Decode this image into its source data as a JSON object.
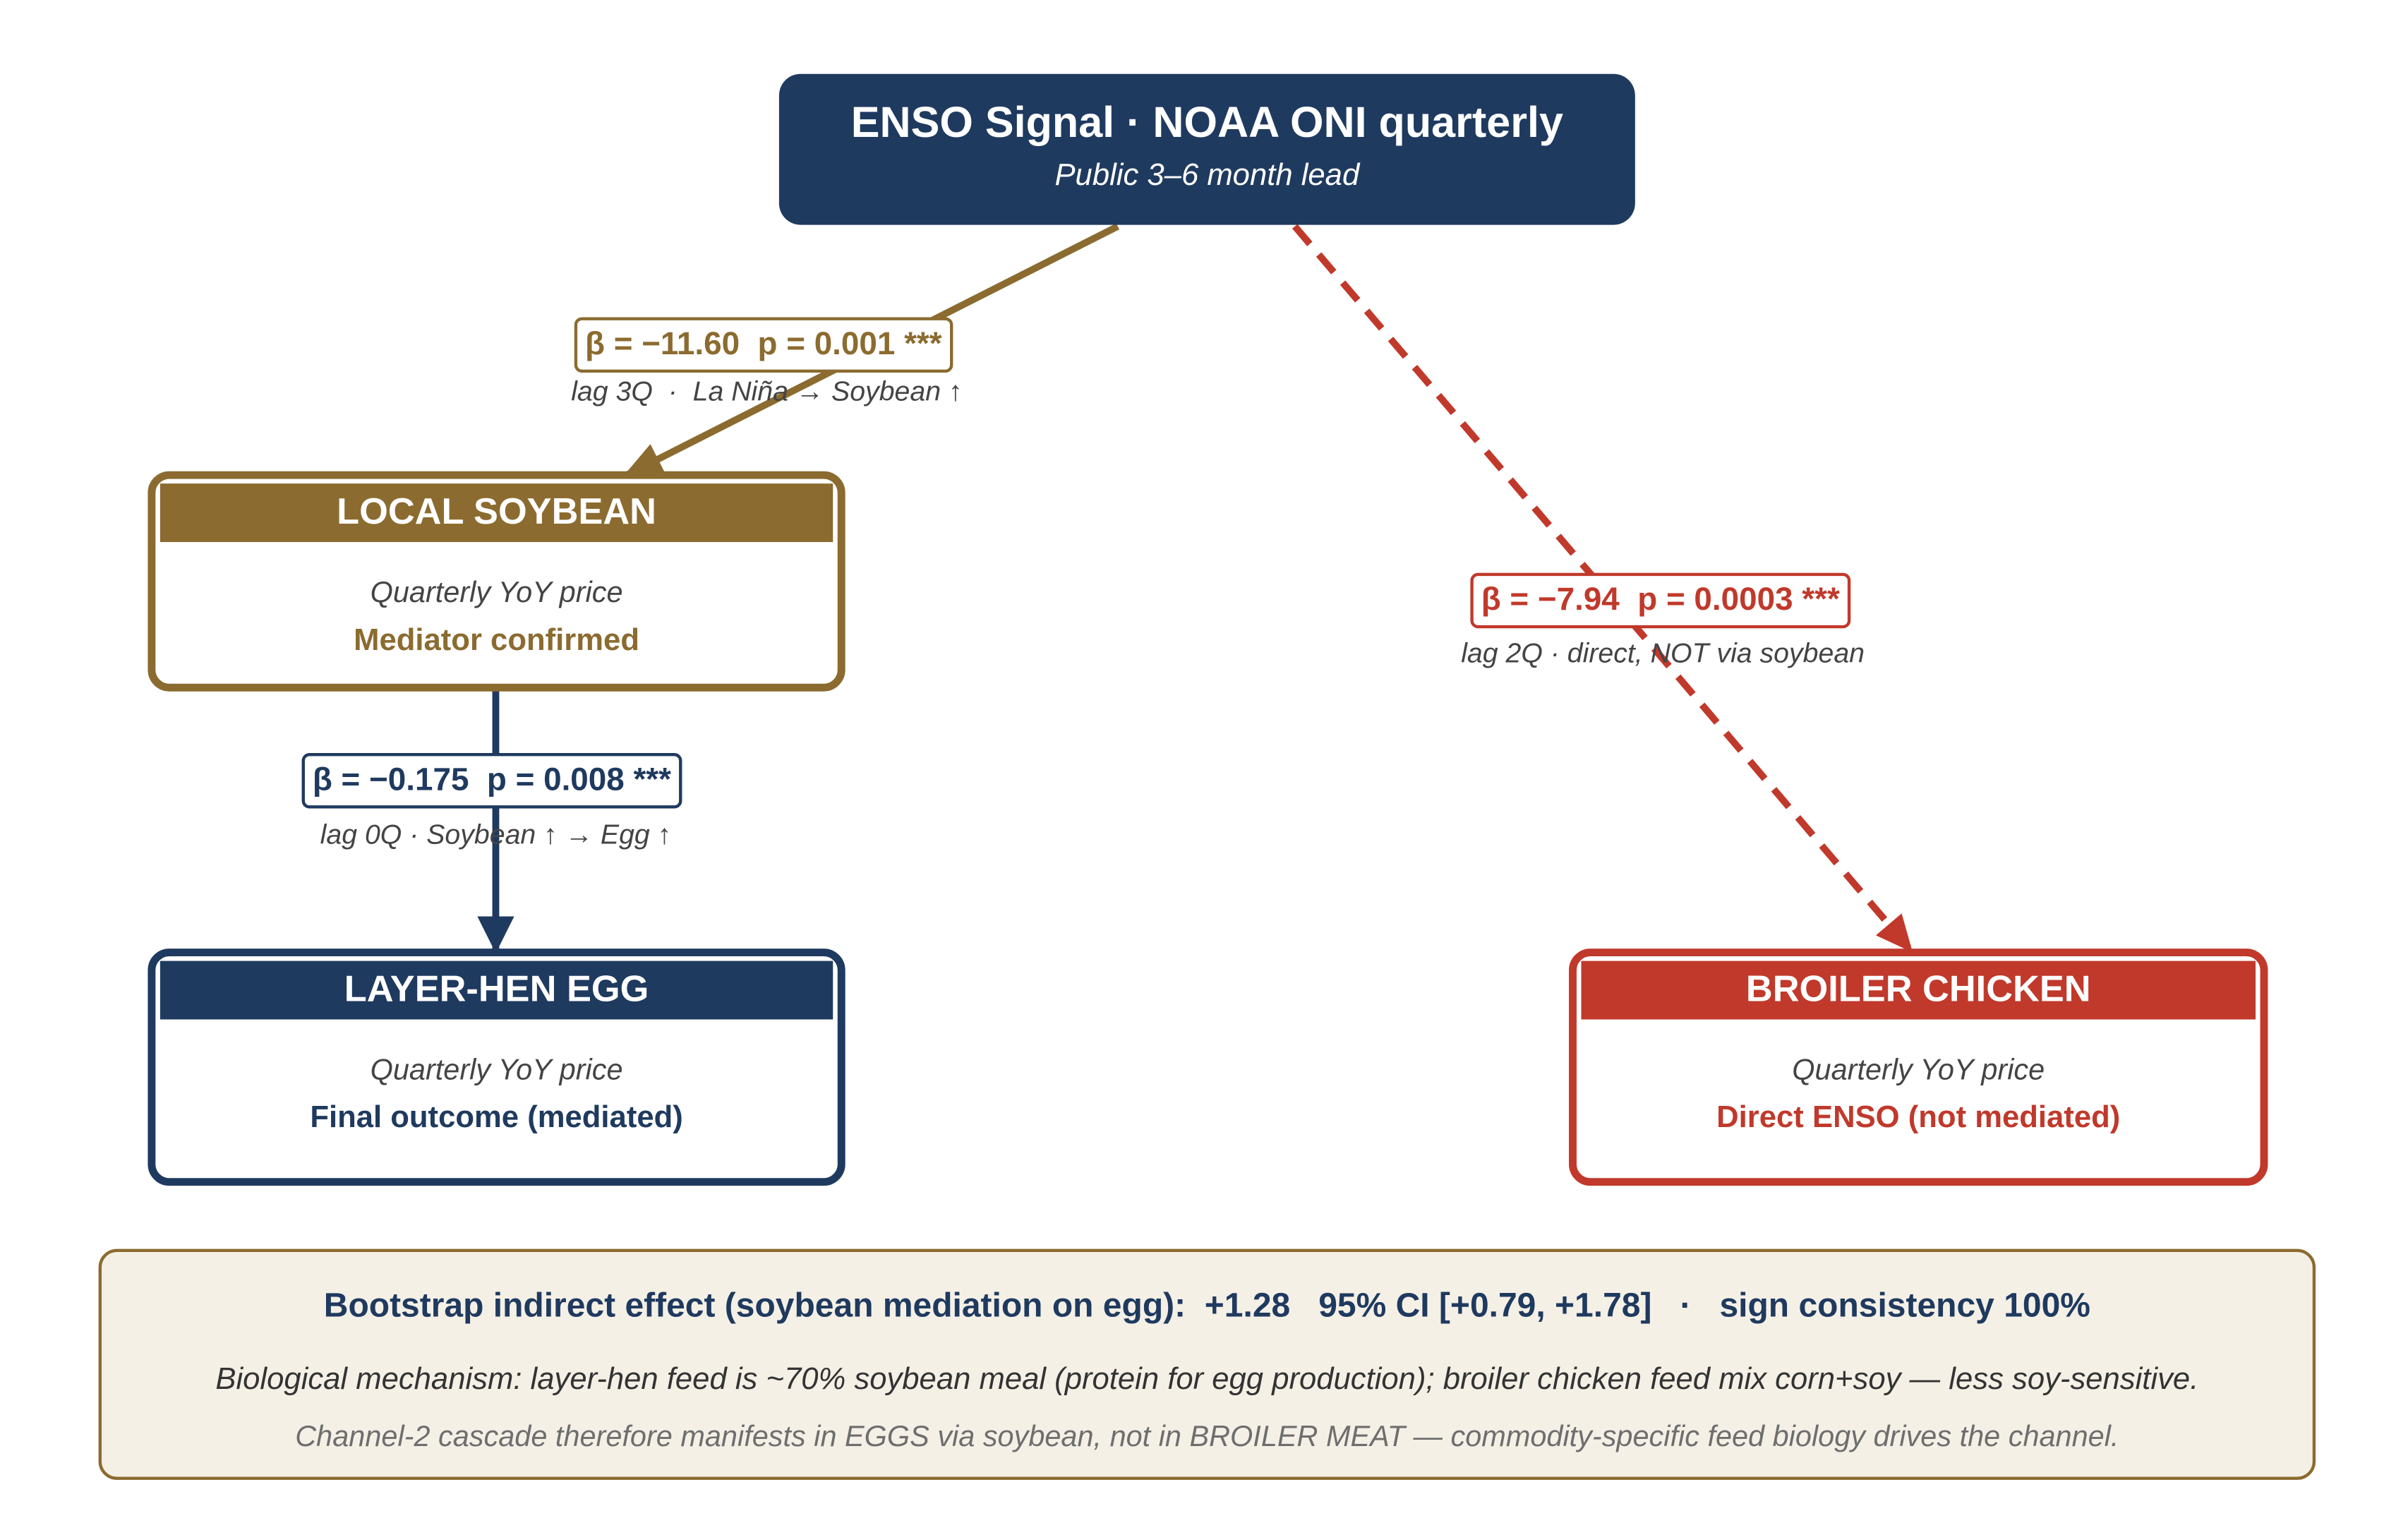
{
  "colors": {
    "navy": "#1f3a5f",
    "soy_brown": "#8b6b2f",
    "broiler_red": "#c0392b",
    "summary_bg": "#f5f0e6"
  },
  "enso": {
    "title": "ENSO Signal · NOAA ONI quarterly",
    "subtitle": "Public 3–6 month lead"
  },
  "nodes": {
    "soybean": {
      "title": "LOCAL SOYBEAN",
      "subtitle": "Quarterly YoY price",
      "role": "Mediator confirmed"
    },
    "egg": {
      "title": "LAYER-HEN EGG",
      "subtitle": "Quarterly YoY price",
      "role": "Final outcome (mediated)"
    },
    "broiler": {
      "title": "BROILER CHICKEN",
      "subtitle": "Quarterly YoY price",
      "role": "Direct ENSO (not mediated)"
    }
  },
  "edges": {
    "enso_to_soybean": {
      "stat": "β = −11.60  p = 0.001 ***",
      "note": "lag 3Q  ·  La Niña → Soybean ↑"
    },
    "enso_to_broiler": {
      "stat": "β = −7.94  p = 0.0003 ***",
      "note": "lag 2Q · direct, NOT via soybean"
    },
    "soybean_to_egg": {
      "stat": "β = −0.175  p = 0.008 ***",
      "note": "lag 0Q · Soybean ↑ → Egg ↑"
    }
  },
  "summary": {
    "main": "Bootstrap indirect effect (soybean mediation on egg):  +1.28   95% CI [+0.79, +1.78]   ·   sign consistency 100%",
    "mechanism": "Biological mechanism: layer-hen feed is ~70% soybean meal (protein for egg production); broiler chicken feed mix corn+soy — less soy-sensitive.",
    "note": "Channel-2 cascade therefore manifests in EGGS via soybean, not in BROILER MEAT — commodity-specific feed biology drives the channel."
  }
}
